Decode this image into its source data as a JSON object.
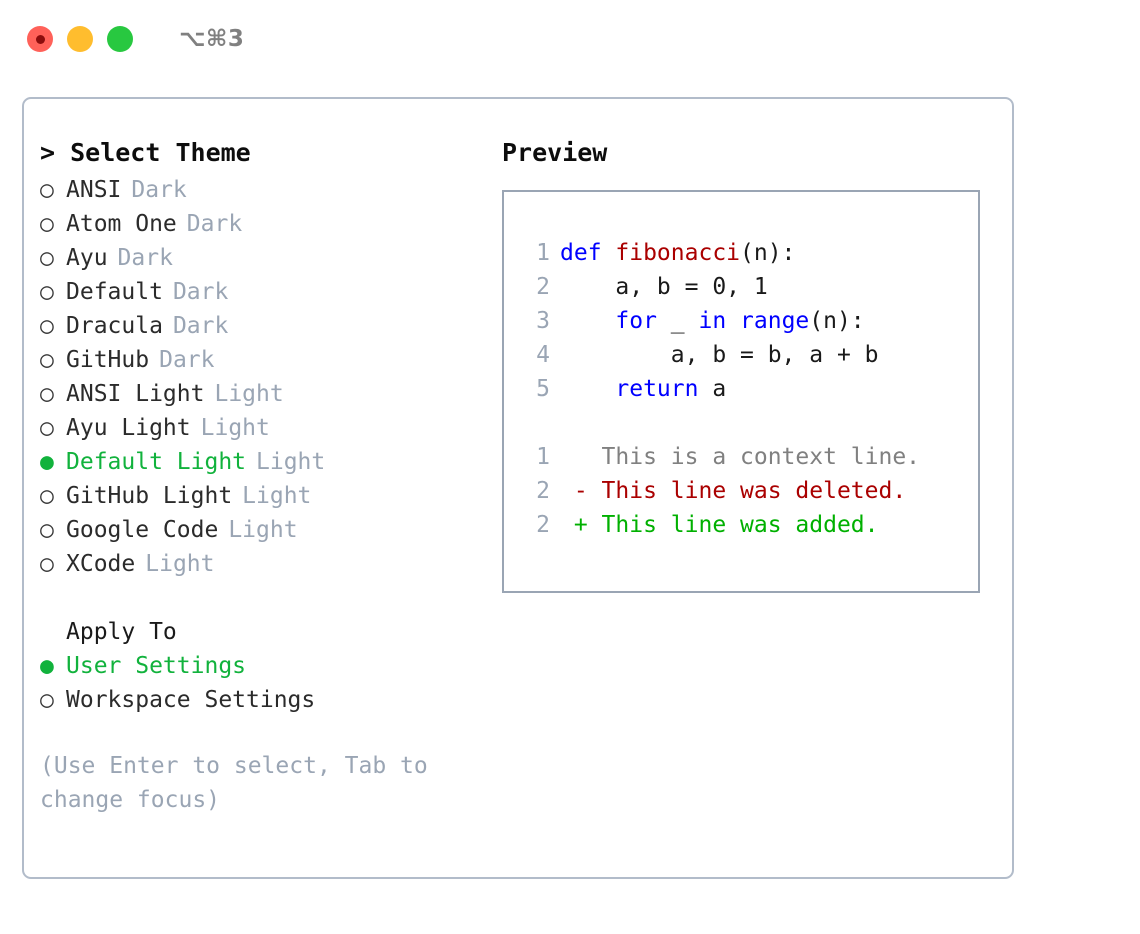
{
  "titlebar": {
    "shortcut": "⌥⌘3",
    "buttons": [
      {
        "name": "close",
        "color": "#ff6159"
      },
      {
        "name": "minimize",
        "color": "#ffbd2e"
      },
      {
        "name": "maximize",
        "color": "#28c840"
      }
    ]
  },
  "theme_picker": {
    "header": "> Select Theme",
    "items": [
      {
        "marker": "○",
        "label": "ANSI",
        "tag": "Dark",
        "selected": false
      },
      {
        "marker": "○",
        "label": "Atom One",
        "tag": "Dark",
        "selected": false
      },
      {
        "marker": "○",
        "label": "Ayu",
        "tag": "Dark",
        "selected": false
      },
      {
        "marker": "○",
        "label": "Default",
        "tag": "Dark",
        "selected": false
      },
      {
        "marker": "○",
        "label": "Dracula",
        "tag": "Dark",
        "selected": false
      },
      {
        "marker": "○",
        "label": "GitHub",
        "tag": "Dark",
        "selected": false
      },
      {
        "marker": "○",
        "label": "ANSI Light",
        "tag": "Light",
        "selected": false
      },
      {
        "marker": "○",
        "label": "Ayu Light",
        "tag": "Light",
        "selected": false
      },
      {
        "marker": "●",
        "label": "Default Light",
        "tag": "Light",
        "selected": true
      },
      {
        "marker": "○",
        "label": "GitHub Light",
        "tag": "Light",
        "selected": false
      },
      {
        "marker": "○",
        "label": "Google Code",
        "tag": "Light",
        "selected": false
      },
      {
        "marker": "○",
        "label": "XCode",
        "tag": "Light",
        "selected": false
      }
    ]
  },
  "apply_to": {
    "heading": "Apply To",
    "items": [
      {
        "marker": "●",
        "label": "User Settings",
        "selected": true
      },
      {
        "marker": "○",
        "label": "Workspace Settings",
        "selected": false
      }
    ]
  },
  "hint": "(Use Enter to select, Tab to change focus)",
  "preview": {
    "title": "Preview",
    "code_lines": [
      {
        "no": "1",
        "tokens": [
          {
            "t": "def ",
            "c": "kw"
          },
          {
            "t": "fibonacci",
            "c": "fn"
          },
          {
            "t": "(n):",
            "c": "pl"
          }
        ]
      },
      {
        "no": "2",
        "tokens": [
          {
            "t": "    a, b = 0, 1",
            "c": "pl"
          }
        ]
      },
      {
        "no": "3",
        "tokens": [
          {
            "t": "    ",
            "c": "pl"
          },
          {
            "t": "for",
            "c": "kw"
          },
          {
            "t": " _ ",
            "c": "pl"
          },
          {
            "t": "in range",
            "c": "kw"
          },
          {
            "t": "(n):",
            "c": "pl"
          }
        ]
      },
      {
        "no": "4",
        "tokens": [
          {
            "t": "        a, b = b, a + b",
            "c": "pl"
          }
        ]
      },
      {
        "no": "5",
        "tokens": [
          {
            "t": "    ",
            "c": "pl"
          },
          {
            "t": "return",
            "c": "kw"
          },
          {
            "t": " a",
            "c": "pl"
          }
        ]
      }
    ],
    "diff_lines": [
      {
        "no": "1",
        "tokens": [
          {
            "t": "   This is a context line.",
            "c": "ctx"
          }
        ]
      },
      {
        "no": "2",
        "tokens": [
          {
            "t": " - This line was deleted.",
            "c": "del"
          }
        ]
      },
      {
        "no": "2",
        "tokens": [
          {
            "t": " + This line was added.",
            "c": "add"
          }
        ]
      }
    ]
  },
  "colors": {
    "selected_green": "#11b23c",
    "muted_gray": "#9aa5b4",
    "keyword_blue": "#0000ff",
    "function_red": "#aa0000",
    "diff_add_green": "#00b000",
    "diff_del_red": "#aa0000",
    "panel_border": "#b2bcca"
  }
}
